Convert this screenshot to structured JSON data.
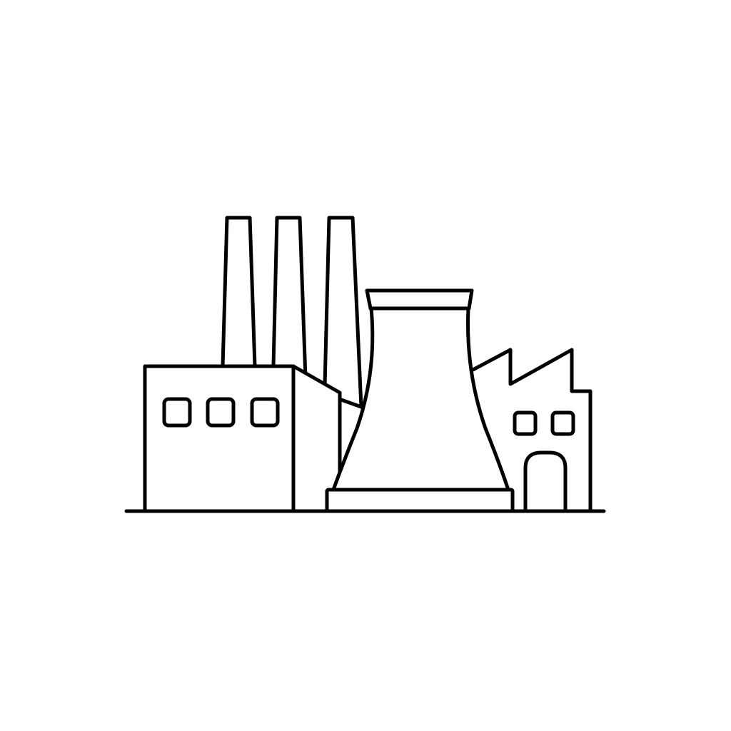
{
  "illustration": {
    "subject": "factory-icon",
    "colors": {
      "ink": "#000000",
      "background": "#ffffff"
    },
    "counts": {
      "chimneys": 3,
      "main_building_windows": 3,
      "side_building_windows": 2
    }
  }
}
